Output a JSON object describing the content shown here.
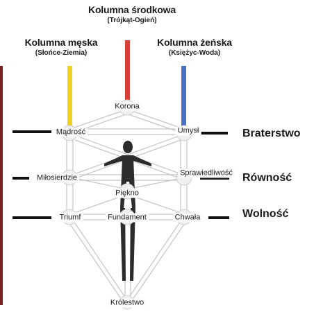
{
  "columns": {
    "center": {
      "title": "Kolumna środkowa",
      "subtitle": "(Trójkąt-Ogień)",
      "color": "#d9403a"
    },
    "left": {
      "title": "Kolumna męska",
      "subtitle": "(Słońce-Ziemia)",
      "color": "#f0d21e"
    },
    "right": {
      "title": "Kolumna żeńska",
      "subtitle": "(Księżyc-Woda)",
      "color": "#4a72c4"
    }
  },
  "nodes": {
    "korona": "Korona",
    "madrosc": "Mądrość",
    "umysl": "Umysł",
    "milosierdzie": "Miłosierdzie",
    "sprawiedliwosc": "Sprawiedliwość",
    "piekno": "Piękno",
    "triumf": "Triumf",
    "fundament": "Fundament",
    "chwala": "Chwała",
    "krolestwo": "Królestwo"
  },
  "virtues": {
    "braterstwo": "Braterstwo",
    "rownosc": "Równość",
    "wolnosc": "Wolność"
  },
  "colors": {
    "border_left": "#7a1f1f",
    "node_fill": "#f2f2f2",
    "path": "#c9c9c9"
  }
}
